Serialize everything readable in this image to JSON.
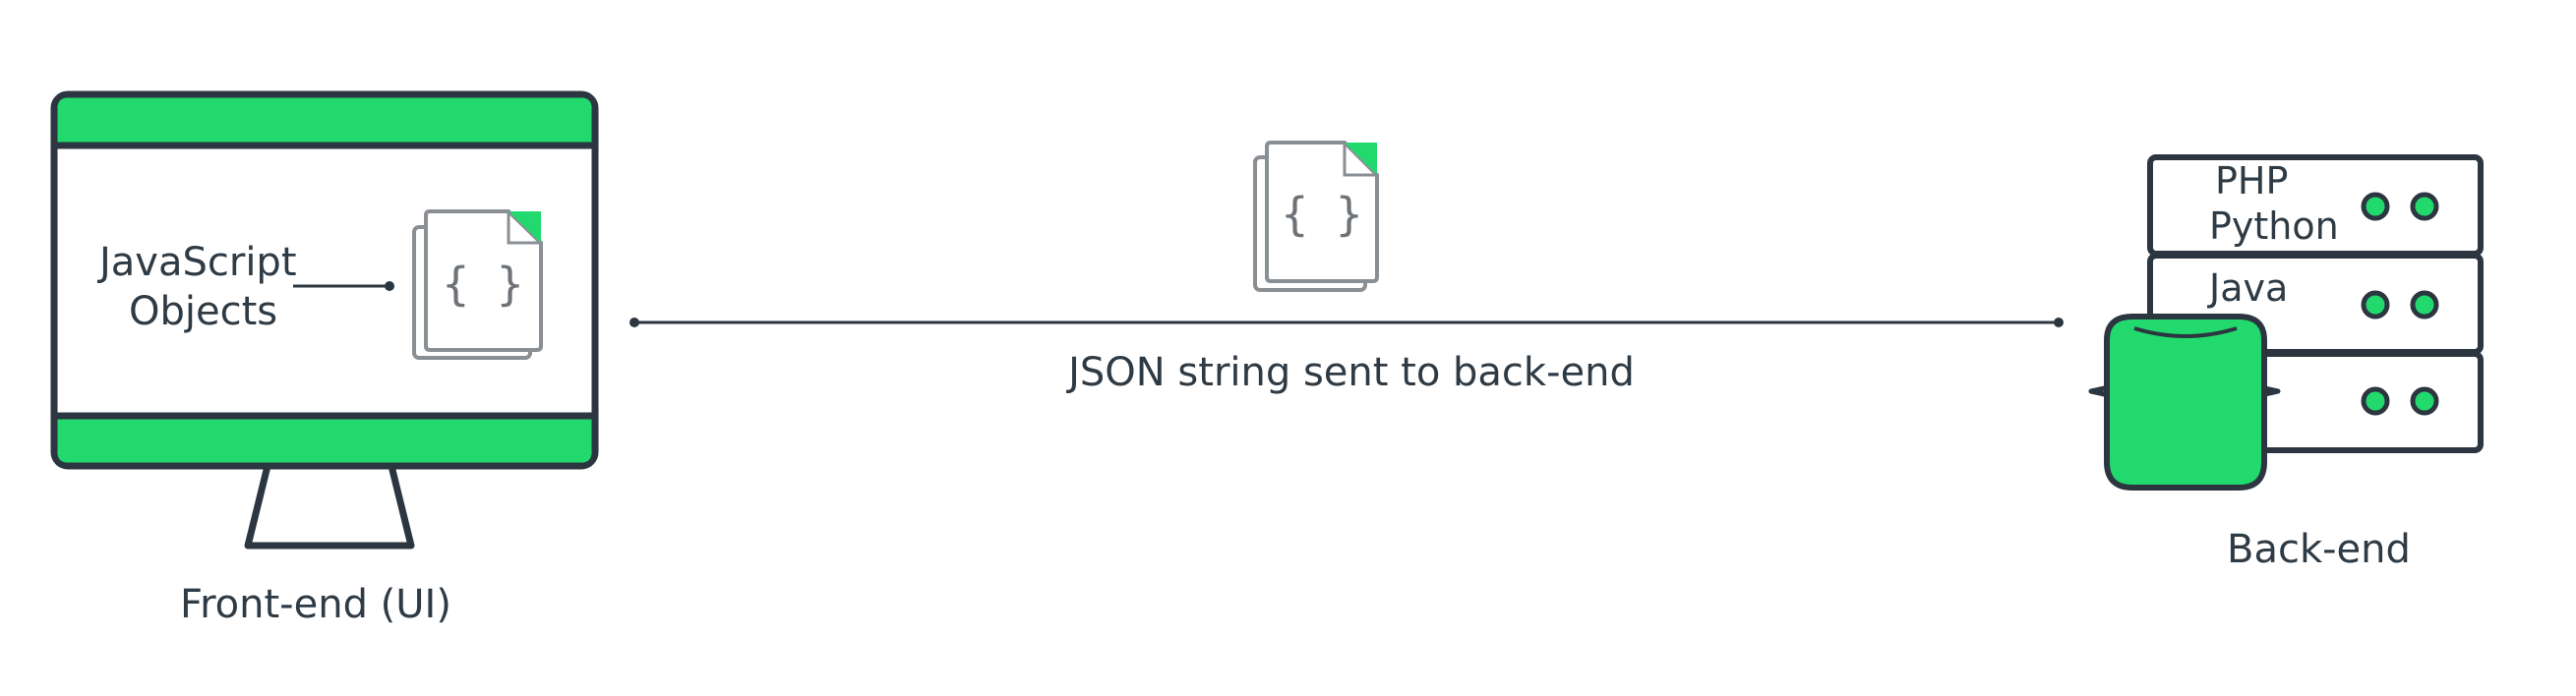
{
  "frontend": {
    "label": "Front-end (UI)",
    "objects_label_line1": "JavaScript",
    "objects_label_line2": "Objects",
    "doc_glyph": "{ }"
  },
  "transfer": {
    "label": "JSON string sent to back-end",
    "doc_glyph": "{ }"
  },
  "backend": {
    "label": "Back-end",
    "server_rows": [
      {
        "line1": "PHP",
        "line2": "Python"
      },
      {
        "line1": "Java",
        "line2": ""
      },
      {
        "line1": "",
        "line2": ""
      }
    ]
  },
  "colors": {
    "accent": "#22d96e",
    "outline": "#2c3640",
    "doc_gray": "#8a8f94"
  }
}
